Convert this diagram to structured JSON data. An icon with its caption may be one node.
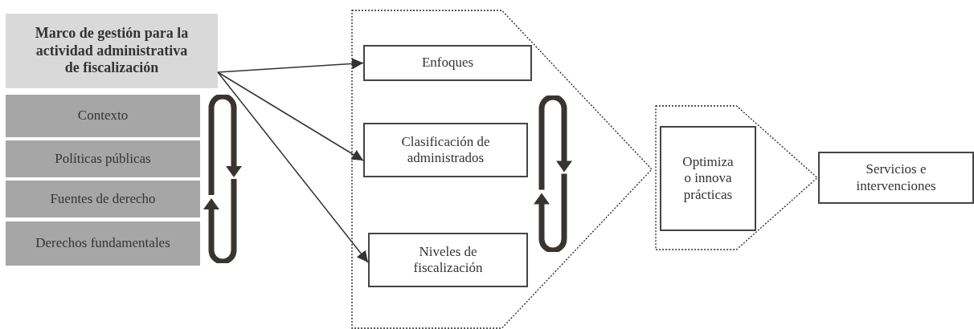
{
  "diagram": {
    "nodes": [
      {
        "text": [
          "Marco de gestión para la actividad administrativa de fiscalización"
        ]
      },
      {
        "text": [
          "Contexto"
        ]
      },
      {
        "text": [
          "Políticas públicas"
        ]
      },
      {
        "text": [
          "Fuentes de derecho"
        ]
      },
      {
        "text": [
          "Derechos fundamentales"
        ]
      },
      {
        "text": [],
        "shape": "chevron"
      },
      {
        "text": [
          "Enfoques"
        ],
        "in": 5
      },
      {
        "text": [
          "Clasificación de administrados"
        ],
        "in": 5
      },
      {
        "text": [
          "Niveles de fiscalización"
        ],
        "in": 5
      },
      {
        "text": [],
        "shape": "chevron"
      },
      {
        "text": [
          "Optimiza o innova prácticas"
        ],
        "in": 9
      },
      {
        "text": [
          "Servicios e intervenciones"
        ]
      }
    ],
    "edges": [
      {
        "from": 0,
        "to": 6,
        "arrow": "to"
      },
      {
        "from": 0,
        "to": 7,
        "arrow": "to"
      },
      {
        "from": 0,
        "to": 8,
        "arrow": "to"
      }
    ]
  }
}
